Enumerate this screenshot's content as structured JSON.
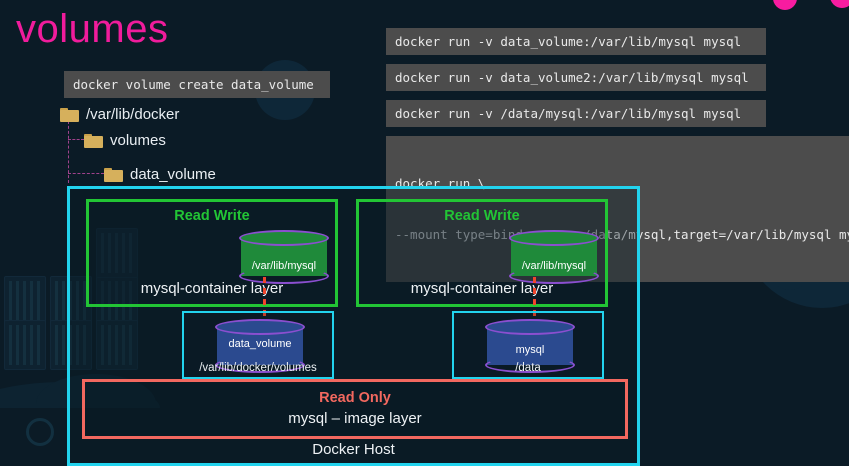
{
  "slide": {
    "title": "volumes",
    "title_color": "#f01c9c",
    "background_color": "#0b1b26"
  },
  "commands": {
    "create": "docker volume create data_volume",
    "runs": [
      "docker run -v data_volume:/var/lib/mysql mysql",
      "docker run -v data_volume2:/var/lib/mysql mysql",
      "docker run -v /data/mysql:/var/lib/mysql mysql"
    ],
    "mount_line1": "docker run \\",
    "mount_line2": "--mount type=bind,source=/data/mysql,target=/var/lib/mysql mysq"
  },
  "tree": {
    "root": "/var/lib/docker",
    "child": "volumes",
    "grandchild": "data_volume",
    "icon": "folder-icon",
    "line_color": "#a0428c"
  },
  "diagram": {
    "host_label": "Docker Host",
    "host_border_color": "#22d3ee",
    "containers": [
      {
        "mode_label": "Read Write",
        "mode_color": "#22c535",
        "layer_label": "mysql-container layer",
        "cylinder_label": "/var/lib/mysql",
        "cylinder_color": "#1f8a3a"
      },
      {
        "mode_label": "Read Write",
        "mode_color": "#22c535",
        "layer_label": "mysql-container layer",
        "cylinder_label": "/var/lib/mysql",
        "cylinder_color": "#1f8a3a"
      }
    ],
    "volumes": [
      {
        "cylinder_label": "data_volume",
        "path_label": "/var/lib/docker/volumes",
        "cylinder_color": "#2b4a8f"
      },
      {
        "cylinder_label": "mysql",
        "path_label": "/data",
        "cylinder_color": "#2b4a8f"
      }
    ],
    "read_only": {
      "title": "Read Only",
      "subtitle": "mysql – image layer",
      "border_color": "#f2685f"
    }
  }
}
